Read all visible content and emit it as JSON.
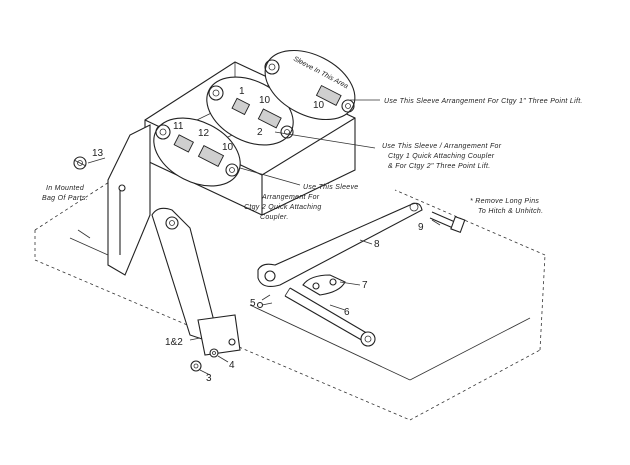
{
  "callouts": {
    "area_note": "Sleeve In This Area",
    "sleeve_cat1_three_point": "Use This Sleeve Arrangement For Ctgy 1\" Three Point Lift.",
    "sleeve_cat1_quick_line1": "Use This Sleeve / Arrangement For",
    "sleeve_cat1_quick_line2": "Ctgy 1 Quick Attaching Coupler",
    "sleeve_cat1_quick_line3": "& For Ctgy 2\" Three Point Lift.",
    "sleeve_cat2_quick_line1": "Use This Sleeve",
    "sleeve_cat2_quick_line2": "Arrangement For",
    "sleeve_cat2_quick_line3": "Ctgy 2 Quick Attaching",
    "sleeve_cat2_quick_line4": "Coupler.",
    "mounted_bag_line1": "In Mounted",
    "mounted_bag_line2": "Bag Of Parts.",
    "remove_pins_line1": "* Remove Long Pins",
    "remove_pins_line2": "To Hitch & Unhitch."
  },
  "part_numbers": {
    "p13": "13",
    "p11": "11",
    "p12": "12",
    "p10a": "10",
    "p1": "1",
    "p10b": "10",
    "p2": "2",
    "p10c": "10",
    "p8": "8",
    "p9": "9",
    "p7": "7",
    "p6": "6",
    "p5": "5",
    "p1and2": "1&2",
    "p3": "3",
    "p4": "4"
  }
}
